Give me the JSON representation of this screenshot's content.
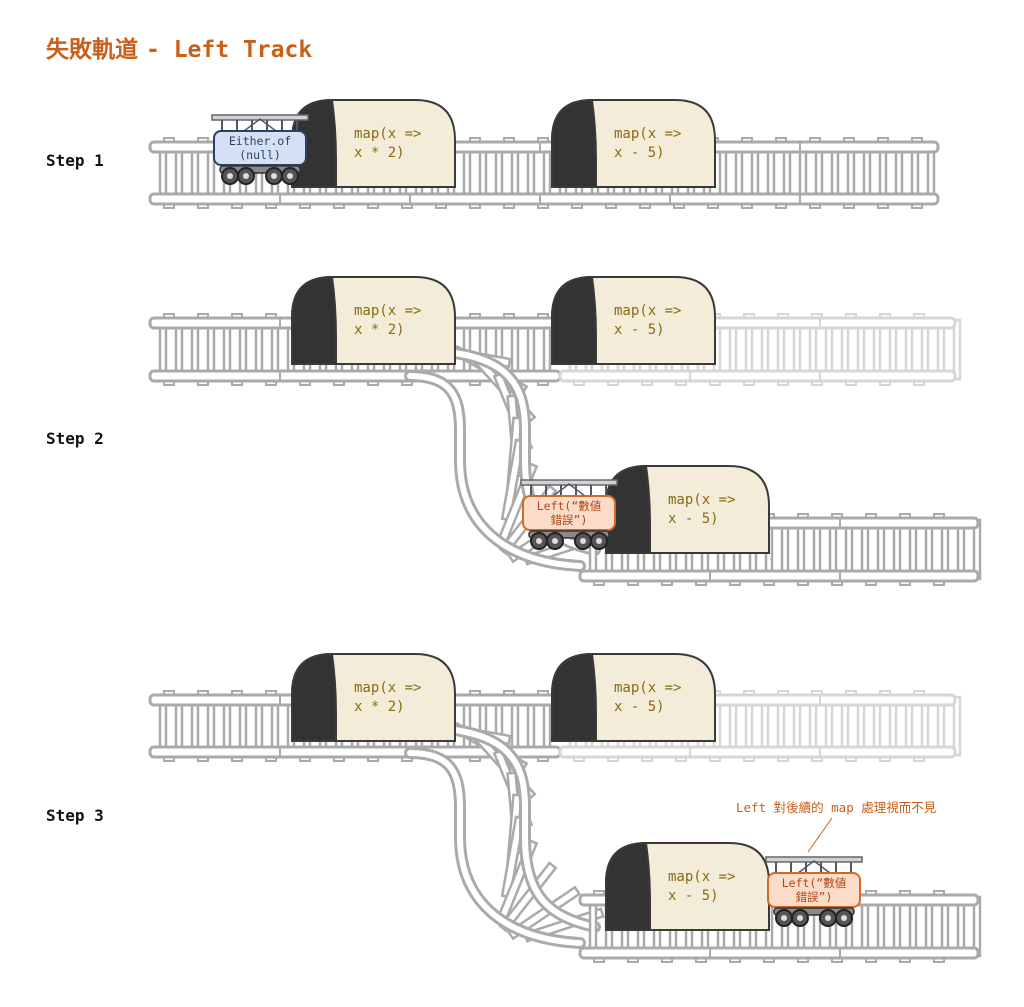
{
  "title": {
    "chinese": "失敗軌道",
    "english": "- Left Track"
  },
  "steps": [
    {
      "label": "Step 1"
    },
    {
      "label": "Step 2"
    },
    {
      "label": "Step 3"
    }
  ],
  "tunnels": {
    "map_double": [
      "map(x =>",
      "x * 2)"
    ],
    "map_minus": [
      "map(x =>",
      "x - 5)"
    ]
  },
  "cars": {
    "either_of": [
      "Either.of",
      "(null)"
    ],
    "left_value": [
      "Left(“數値",
      "錯誤”)"
    ]
  },
  "annotation": "Left 對後續的 map 處理視而不見",
  "colors": {
    "title": "#c8601a",
    "tunnel_body": "#f3ecd9",
    "tunnel_stroke": "#3a3a3a",
    "tunnel_mouth": "#333333",
    "tunnel_text": "#8a6a12",
    "rail": "#aaaaaa",
    "rail_faded": "#d6d6d6",
    "car_blue_fill": "#d4e1f5",
    "car_blue_stroke": "#2d3f66",
    "car_orange_fill": "#fadcc8",
    "car_orange_stroke": "#d0692a"
  }
}
